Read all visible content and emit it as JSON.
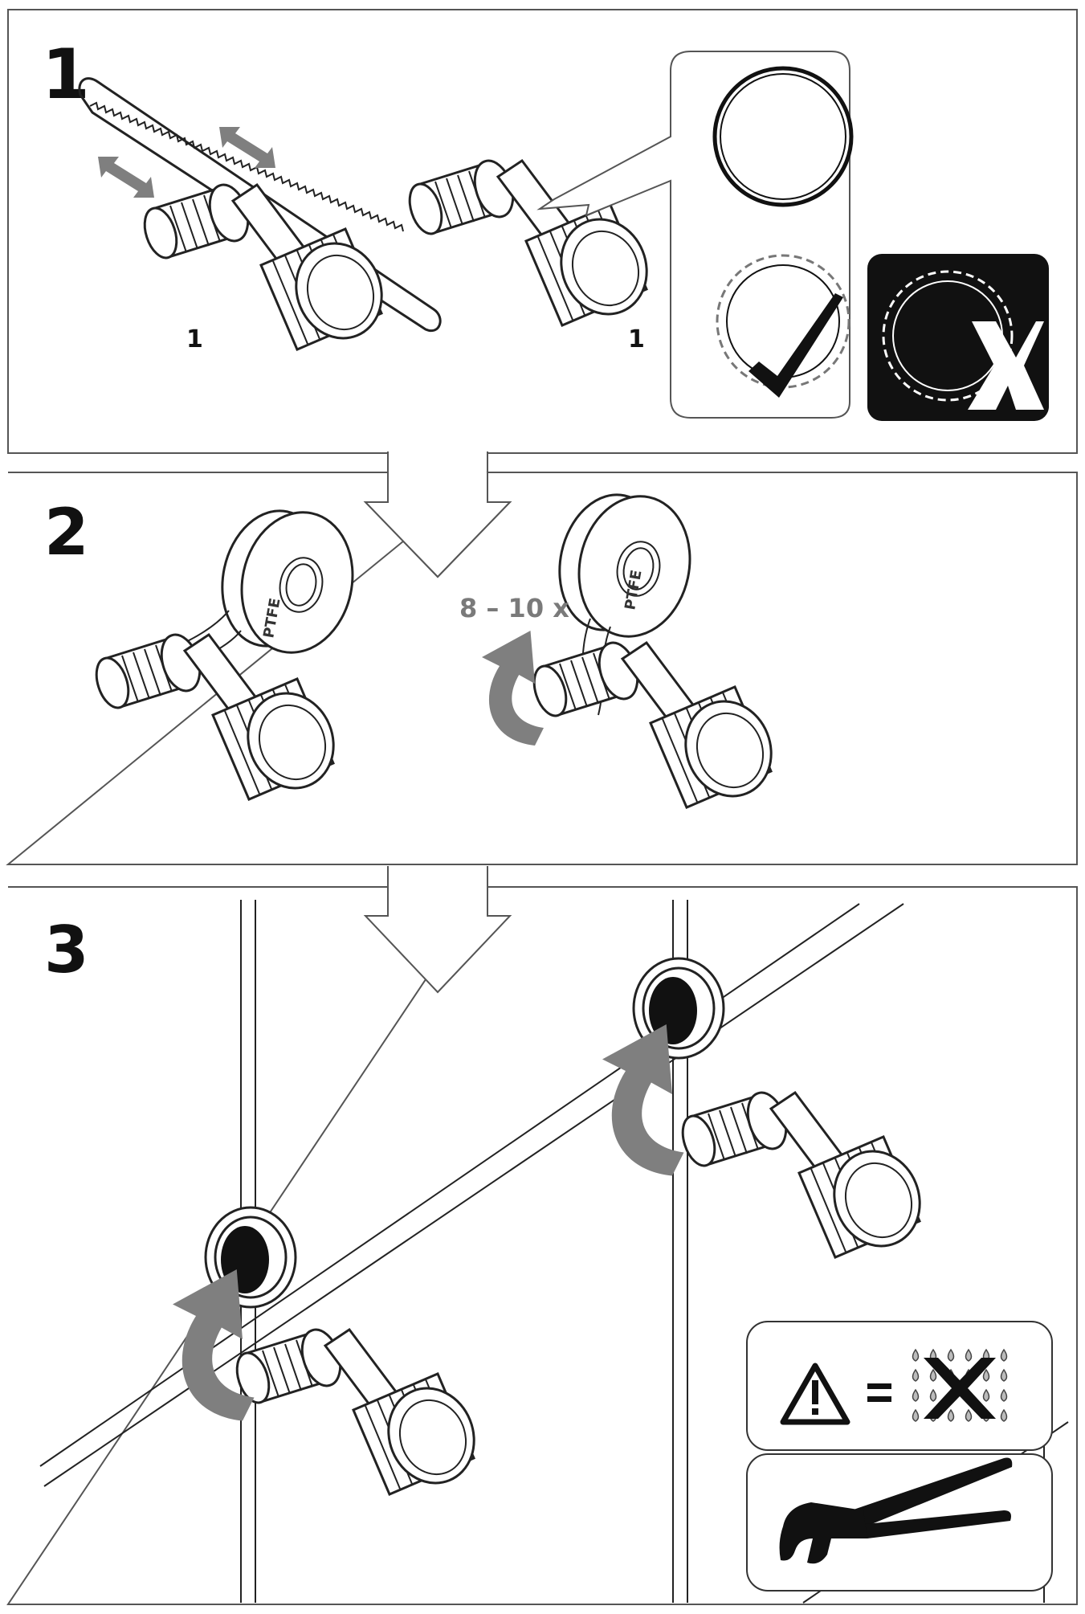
{
  "steps": [
    {
      "number": "1",
      "fitting_labels": [
        "1",
        "1"
      ]
    },
    {
      "number": "2",
      "tape_label": "PTFE",
      "turns_label": "8 – 10 x"
    },
    {
      "number": "3"
    }
  ],
  "colors": {
    "line": "#222222",
    "arrow_gray": "#7f7f7f",
    "dark_box": "#111111",
    "background": "#ffffff"
  },
  "icons": {
    "thread_good": "check-icon",
    "thread_bad": "cross-icon",
    "warning": "warning-triangle-icon",
    "no_leak": "water-drops-crossed-icon",
    "tool": "pipe-wrench-icon"
  }
}
